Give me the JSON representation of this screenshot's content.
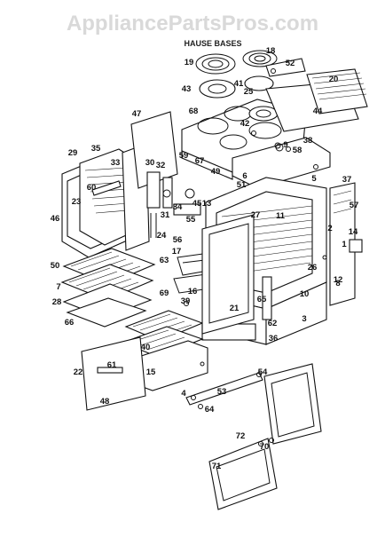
{
  "watermark": "AppliancePartsPros.com",
  "subtitle": "HAUSE BASES",
  "callouts": [
    "1",
    "2",
    "3",
    "4",
    "5",
    "6",
    "7",
    "8",
    "9",
    "10",
    "11",
    "12",
    "13",
    "14",
    "15",
    "16",
    "17",
    "18",
    "19",
    "20",
    "21",
    "22",
    "23",
    "24",
    "25",
    "26",
    "27",
    "28",
    "29",
    "30",
    "31",
    "32",
    "33",
    "34",
    "35",
    "36",
    "37",
    "38",
    "39",
    "40",
    "41",
    "42",
    "43",
    "44",
    "45",
    "46",
    "47",
    "48",
    "49",
    "50",
    "51",
    "52",
    "53",
    "54",
    "55",
    "56",
    "57",
    "58",
    "59",
    "60",
    "61",
    "62",
    "63",
    "64",
    "65",
    "66",
    "67",
    "68",
    "69",
    "70",
    "71",
    "72"
  ]
}
